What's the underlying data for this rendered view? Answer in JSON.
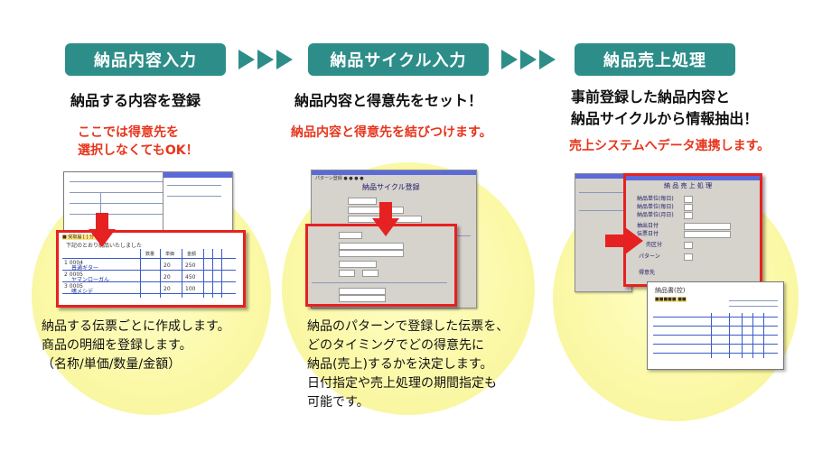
{
  "steps": [
    {
      "header": "納品内容入力",
      "subtitle": "納品する内容を登録",
      "note_lines": [
        "ここでは得意先を",
        "選択しなくてもOK！"
      ],
      "desc_lines": [
        "納品する伝票ごとに作成します。",
        "商品の明細を登録します。",
        "（名称/単価/数量/金額）"
      ]
    },
    {
      "header": "納品サイクル入力",
      "subtitle": "納品内容と得意先をセット！",
      "note_lines": [
        "納品内容と得意先を結びつけます。"
      ],
      "desc_lines": [
        "納品のパターンで登録した伝票を、",
        "どのタイミングでどの得意先に",
        "納品(売上)するかを決定します。",
        "日付指定や売上処理の期間指定も",
        "可能です。"
      ]
    },
    {
      "header": "納品売上処理",
      "subtitle_lines": [
        "事前登録した納品内容と",
        "納品サイクルから情報抽出！"
      ],
      "note_lines": [
        "売上システムへデータ連携します。"
      ]
    }
  ],
  "screens": {
    "s1": {
      "small_title": "下記のとおり納品いたしました",
      "cols": [
        "数量",
        "単価",
        "金額"
      ],
      "rows": [
        {
          "code": "1 0004",
          "name": "普通ギター",
          "qty": "20",
          "price": "250"
        },
        {
          "code": "2 0005",
          "name": "ヤマンローガん",
          "qty": "20",
          "price": "450"
        },
        {
          "code": "3 0005",
          "name": "嗜メシデ",
          "qty": "20",
          "price": "100"
        }
      ]
    },
    "s2": {
      "title": "納品サイクル登録"
    },
    "s3": {
      "title": "納 品 売 上 処 理",
      "rows": [
        "納品単位(毎日)",
        "納品単位(毎日)",
        "納品単位(月日)",
        "抽出日付",
        "伝票日付"
      ],
      "kubun_label": "売区分",
      "pattern_label": "パターン",
      "tokuisaki_label": "得意先",
      "invoice_title": "納品書(控)"
    }
  },
  "colors": {
    "header_bg": "#2d8e89",
    "note": "#e8351c",
    "circle": "#fbf8a6",
    "red": "#e62121",
    "arrow": "#2d8e89"
  }
}
